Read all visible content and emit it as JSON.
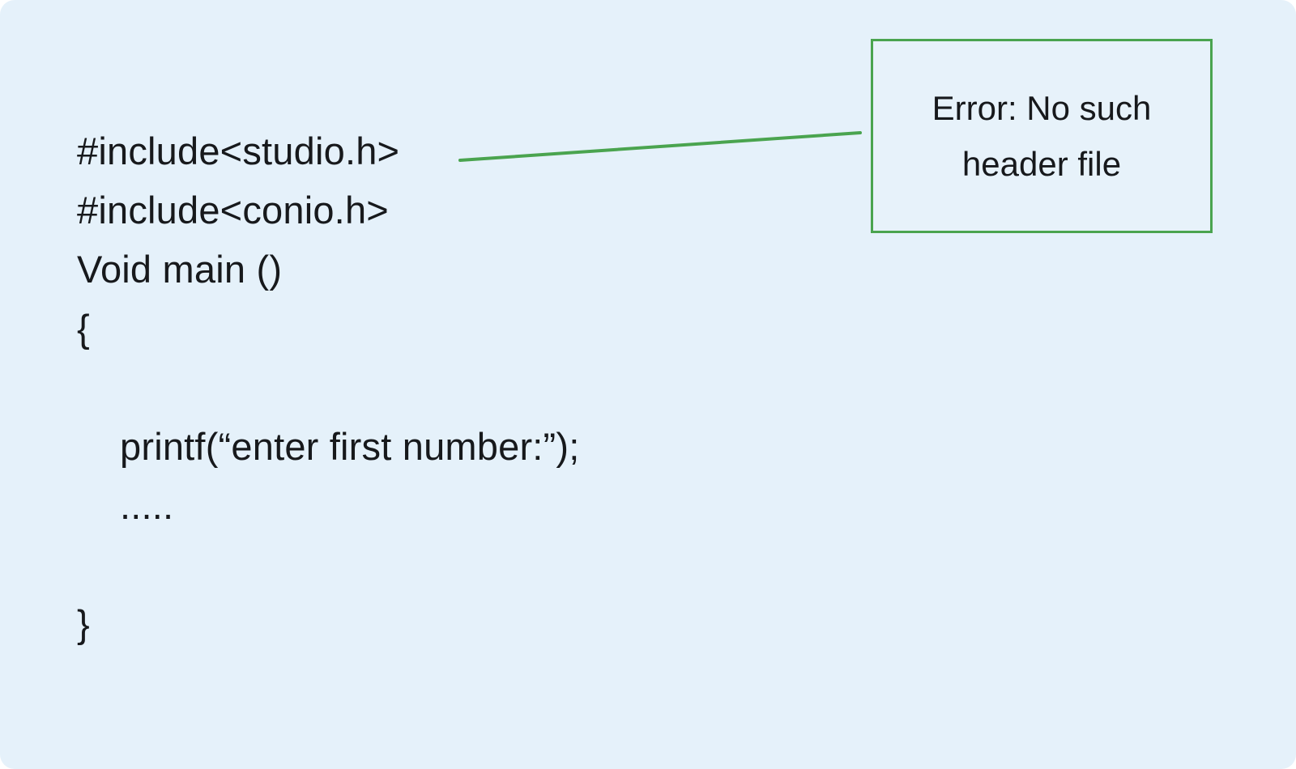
{
  "canvas": {
    "background_color": "#e5f1fa",
    "text_color": "#17191c",
    "accent_green": "#4aa44f"
  },
  "code": {
    "lines": [
      "#include<studio.h>",
      "#include<conio.h>",
      "Void main ()",
      "{",
      "",
      "printf(“enter first number:”);",
      ".....",
      "",
      "}"
    ]
  },
  "callout": {
    "text_line1": "Error: No such",
    "text_line2": "header file"
  }
}
